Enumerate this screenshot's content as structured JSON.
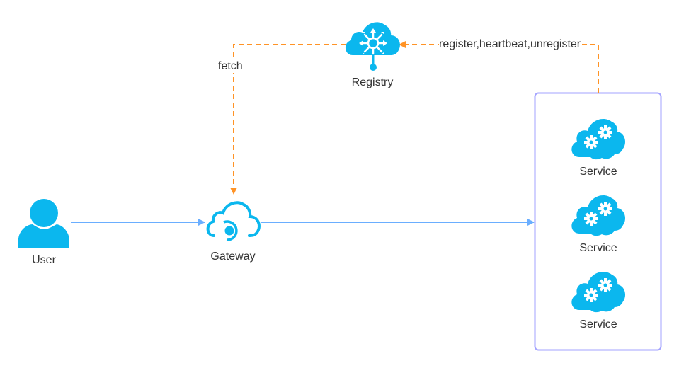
{
  "diagram": {
    "nodes": {
      "user": {
        "label": "User",
        "icon": "user-icon"
      },
      "gateway": {
        "label": "Gateway",
        "icon": "gateway-cloud-icon"
      },
      "registry": {
        "label": "Registry",
        "icon": "registry-cloud-icon"
      },
      "services": [
        {
          "label": "Service",
          "icon": "service-cloud-gears-icon"
        },
        {
          "label": "Service",
          "icon": "service-cloud-gears-icon"
        },
        {
          "label": "Service",
          "icon": "service-cloud-gears-icon"
        }
      ]
    },
    "edges": {
      "fetch": {
        "label": "fetch",
        "from": "registry",
        "to": "gateway",
        "style": "dashed"
      },
      "register": {
        "label": "register,heartbeat,unregister",
        "from": "services",
        "to": "registry",
        "style": "dashed"
      },
      "user_to_gateway": {
        "from": "user",
        "to": "gateway",
        "style": "solid"
      },
      "gateway_to_services": {
        "from": "gateway",
        "to": "services",
        "style": "solid"
      }
    },
    "colors": {
      "icon_blue": "#0BB7EE",
      "flow_blue": "#6AAEFF",
      "dashed_orange": "#FF9326",
      "group_border": "#A3A3FF",
      "text": "#333333"
    }
  }
}
